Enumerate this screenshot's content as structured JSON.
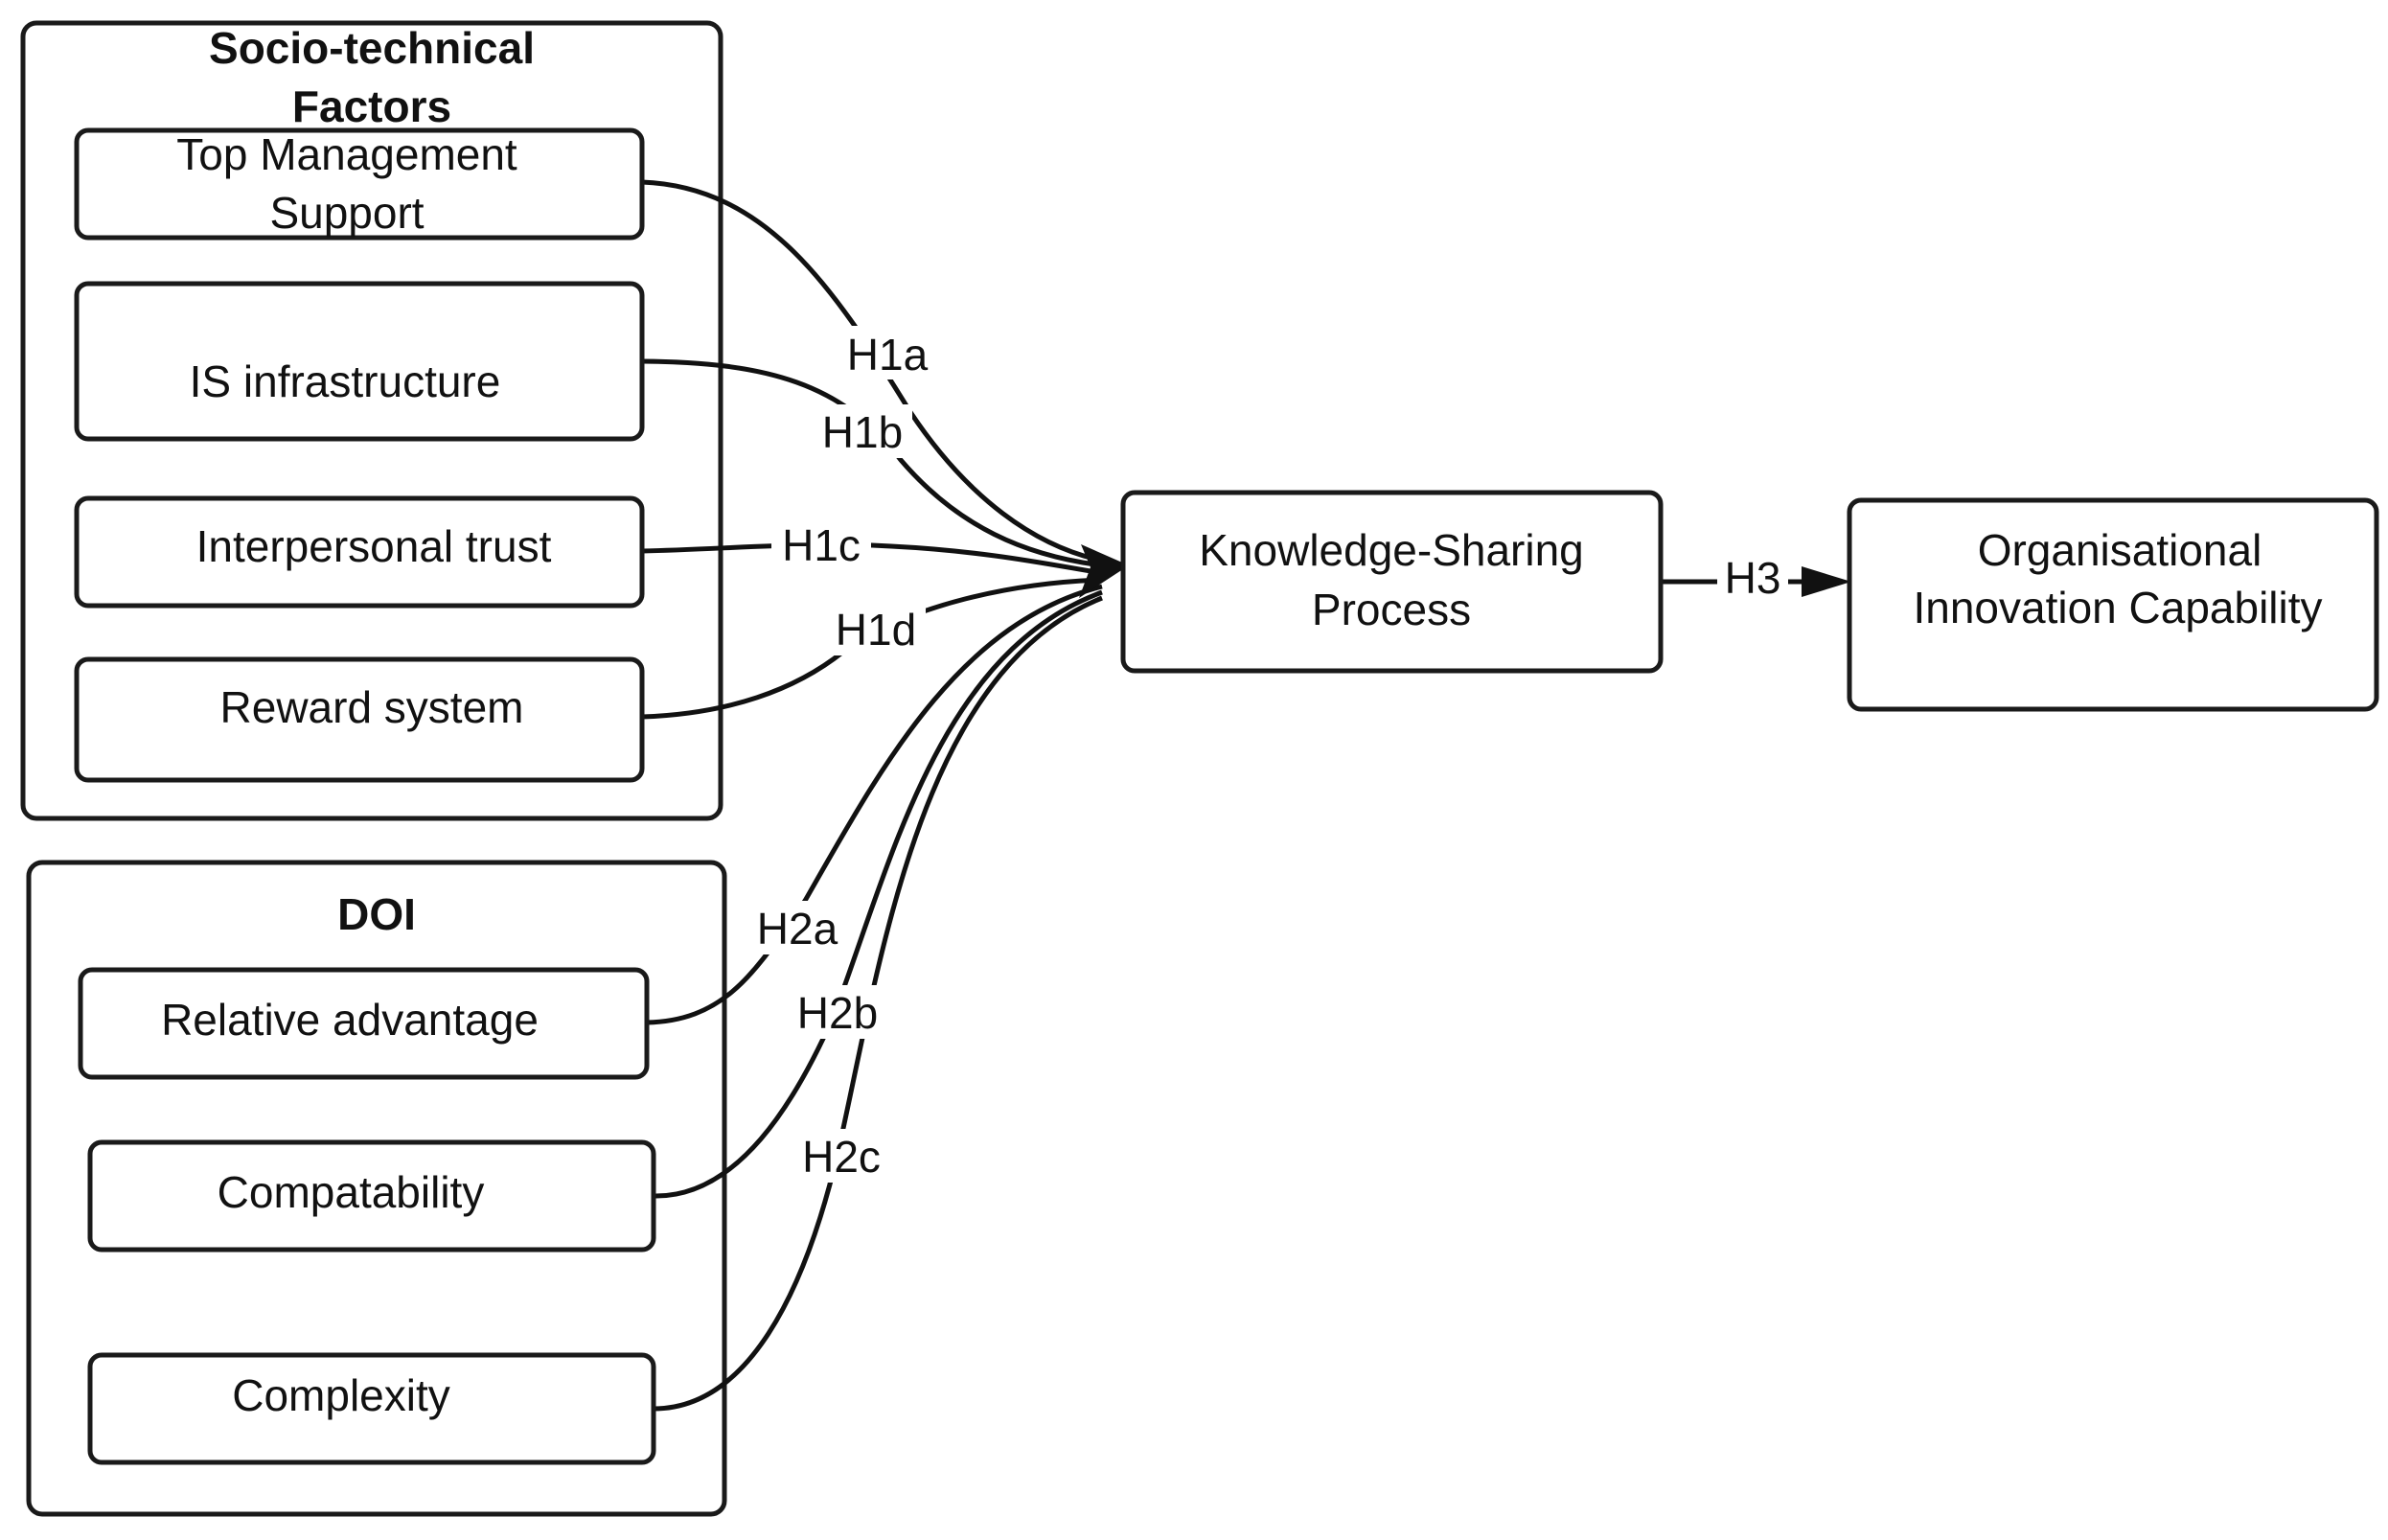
{
  "groups": {
    "socio_technical": {
      "title_line1": "Socio-technical",
      "title_line2": "Factors"
    },
    "doi": {
      "title": "DOI"
    }
  },
  "nodes": {
    "top_management": {
      "line1": "Top Management",
      "line2": "Support"
    },
    "is_infrastructure": {
      "label": "IS infrastructure"
    },
    "interpersonal_trust": {
      "label": "Interpersonal trust"
    },
    "reward_system": {
      "label": "Reward system"
    },
    "relative_advantage": {
      "label": "Relative advantage"
    },
    "compatability": {
      "label": "Compatability"
    },
    "complexity": {
      "label": "Complexity"
    },
    "knowledge_sharing": {
      "line1": "Knowledge-Sharing",
      "line2": "Process"
    },
    "innovation_capability": {
      "line1": "Organisational",
      "line2": "Innovation Capability"
    }
  },
  "edges": {
    "h1a": "H1a",
    "h1b": "H1b",
    "h1c": "H1c",
    "h1d": "H1d",
    "h2a": "H2a",
    "h2b": "H2b",
    "h2c": "H2c",
    "h3": "H3"
  },
  "colors": {
    "stroke": "#1a1a1a",
    "background": "#ffffff",
    "text": "#111111"
  }
}
